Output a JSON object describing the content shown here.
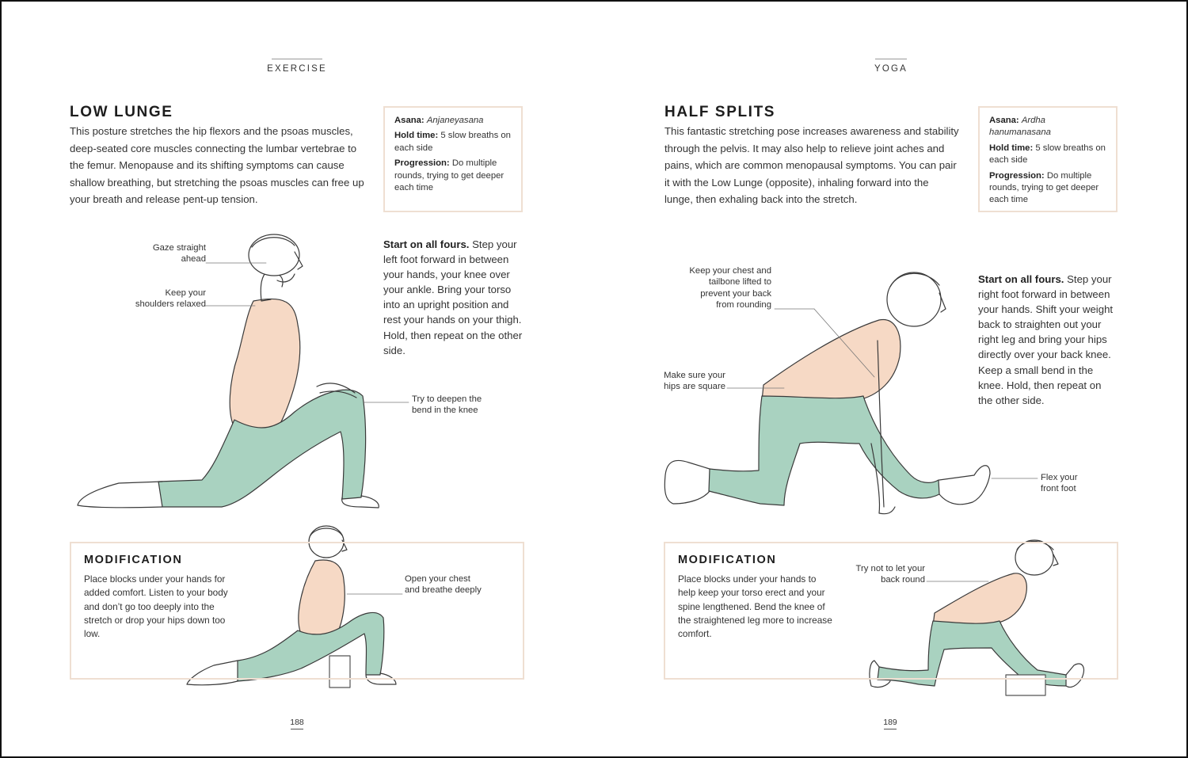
{
  "left_page": {
    "running_head": "EXERCISE",
    "title": "LOW LUNGE",
    "intro": "This posture stretches the hip flexors and the psoas muscles, deep-seated core muscles connecting the lumbar vertebrae to the femur. Menopause and its shifting symptoms can cause shallow breathing, but stretching the psoas muscles can free up your breath and release pent-up tension.",
    "info": {
      "asana_label": "Asana:",
      "asana_value": "Anjaneyasana",
      "hold_label": "Hold time:",
      "hold_value": "5 slow breaths on each side",
      "progression_label": "Progression:",
      "progression_value": "Do multiple rounds, trying to get deeper each time"
    },
    "steps_lead": "Start on all fours.",
    "steps_body": "Step your left foot forward in between your hands, your knee over your ankle. Bring your torso into an upright position and rest your hands on your thigh. Hold, then repeat on the other side.",
    "labels": {
      "gaze": "Gaze straight ahead",
      "shoulders": "Keep your shoulders relaxed",
      "knee": "Try to deepen the bend in the knee",
      "chest": "Open your chest and breathe deeply"
    },
    "modification": {
      "title": "MODIFICATION",
      "text": "Place blocks under your hands for added comfort. Listen to your body and don’t go too deeply into the stretch or drop your hips down too low."
    },
    "page_number": "188"
  },
  "right_page": {
    "running_head": "YOGA",
    "title": "HALF SPLITS",
    "intro": "This fantastic stretching pose increases awareness and stability through the pelvis. It may also help to relieve joint aches and pains, which are common menopausal symptoms. You can pair it with the Low Lunge (opposite), inhaling forward into the lunge, then exhaling back into the stretch.",
    "info": {
      "asana_label": "Asana:",
      "asana_value": "Ardha hanumanasana",
      "hold_label": "Hold time:",
      "hold_value": "5 slow breaths on each side",
      "progression_label": "Progression:",
      "progression_value": "Do multiple rounds, trying to get deeper each time"
    },
    "steps_lead": "Start on all fours.",
    "steps_body": "Step your right foot forward in between your hands. Shift your weight back to straighten out your right leg and bring your hips directly over your back knee. Keep a small bend in the knee. Hold, then repeat on the other side.",
    "labels": {
      "chest": "Keep your chest and tailbone lifted to prevent your back from rounding",
      "hips": "Make sure your hips are square",
      "foot": "Flex your front foot",
      "back": "Try not to let your back round"
    },
    "modification": {
      "title": "MODIFICATION",
      "text": "Place blocks under your hands to help keep your torso erect and your spine lengthened. Bend the knee of the straightened leg more to increase comfort."
    },
    "page_number": "189"
  },
  "colors": {
    "top_peach": "#f6d9c5",
    "leggings_mint": "#a9d2c0",
    "box_border": "#efdfd2",
    "outline": "#3a3a3a"
  },
  "icons": [
    "low-lunge-figure",
    "low-lunge-block-figure",
    "half-splits-figure",
    "half-splits-block-figure"
  ]
}
